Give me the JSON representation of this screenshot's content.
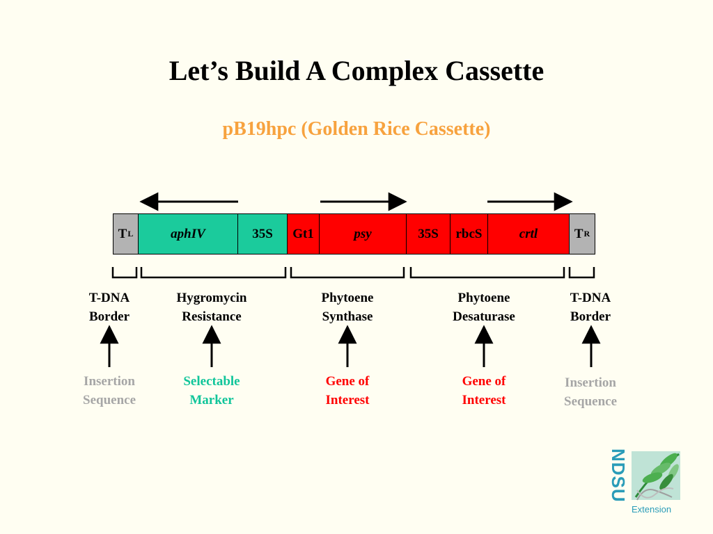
{
  "title": "Let’s Build A Complex Cassette",
  "subtitle": "pB19hpc (Golden Rice Cassette)",
  "colors": {
    "gray_segment": "#B3B3B3",
    "teal_segment": "#1BCB9C",
    "red_segment": "#FF0000",
    "subtitle": "#F7A23E",
    "insertion_text": "#A6A6A6",
    "marker_text": "#10C59A",
    "gene_text": "#FF0000",
    "logo": "#2A9CB8"
  },
  "cassette": {
    "segments": [
      {
        "main": "T",
        "sub": "L",
        "style": "gray"
      },
      {
        "main": "aphIV",
        "sub": "",
        "style": "teal-italic"
      },
      {
        "main": "35S",
        "sub": "",
        "style": "teal"
      },
      {
        "main": "Gt1",
        "sub": "",
        "style": "red"
      },
      {
        "main": "psy",
        "sub": "",
        "style": "red-italic"
      },
      {
        "main": "35S",
        "sub": "",
        "style": "red"
      },
      {
        "main": "rbcS",
        "sub": "",
        "style": "red"
      },
      {
        "main": "crtl",
        "sub": "",
        "style": "red-italic"
      },
      {
        "main": "T",
        "sub": "R",
        "style": "gray"
      }
    ],
    "arrows": [
      {
        "direction": "left",
        "over": "aphIV"
      },
      {
        "direction": "right",
        "over": "psy"
      },
      {
        "direction": "right",
        "over": "crtl"
      }
    ]
  },
  "regions": [
    {
      "line1": "T-DNA",
      "line2": "Border",
      "role1": "Insertion",
      "role2": "Sequence",
      "role_color": "gray"
    },
    {
      "line1": "Hygromycin",
      "line2": "Resistance",
      "role1": "Selectable",
      "role2": "Marker",
      "role_color": "teal"
    },
    {
      "line1": "Phytoene",
      "line2": "Synthase",
      "role1": "Gene of",
      "role2": "Interest",
      "role_color": "red"
    },
    {
      "line1": "Phytoene",
      "line2": "Desaturase",
      "role1": "Gene of",
      "role2": "Interest",
      "role_color": "red"
    },
    {
      "line1": "T-DNA",
      "line2": "Border",
      "role1": "Insertion",
      "role2": "Sequence",
      "role_color": "gray"
    }
  ],
  "logo": {
    "name": "NDSU",
    "subtitle": "Extension"
  }
}
